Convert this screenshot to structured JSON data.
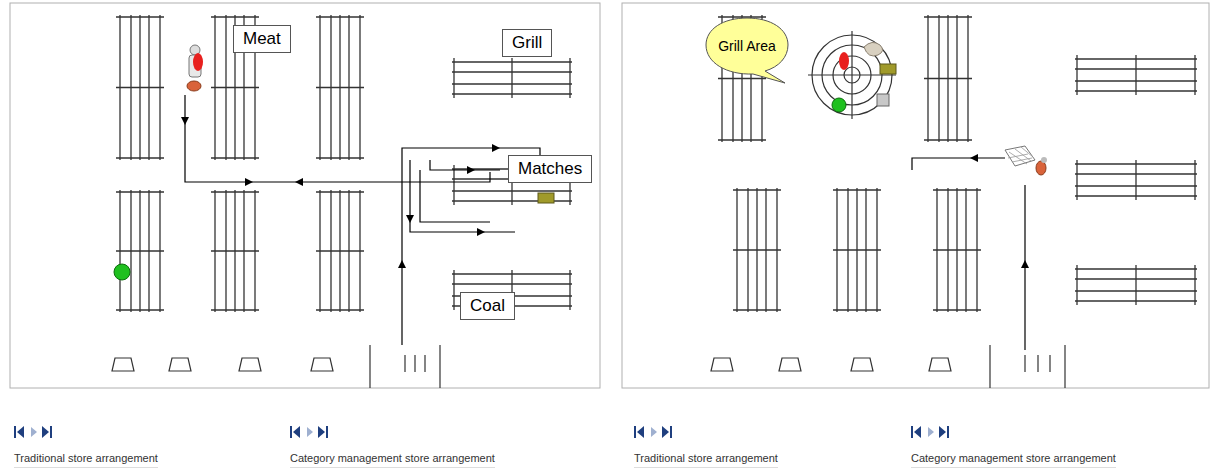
{
  "diagram": {
    "nodes": [
      {
        "text": [
          "Meat"
        ]
      },
      {
        "text": [
          "Grill"
        ]
      },
      {
        "text": [
          "Matches"
        ]
      },
      {
        "text": [
          "Coal"
        ]
      },
      {
        "text": [
          "Grill Area"
        ]
      }
    ],
    "labels": [
      "Traditional store arrangement",
      "Category management store arrangement",
      "Traditional store arrangement",
      "Category management store arrangement"
    ]
  }
}
